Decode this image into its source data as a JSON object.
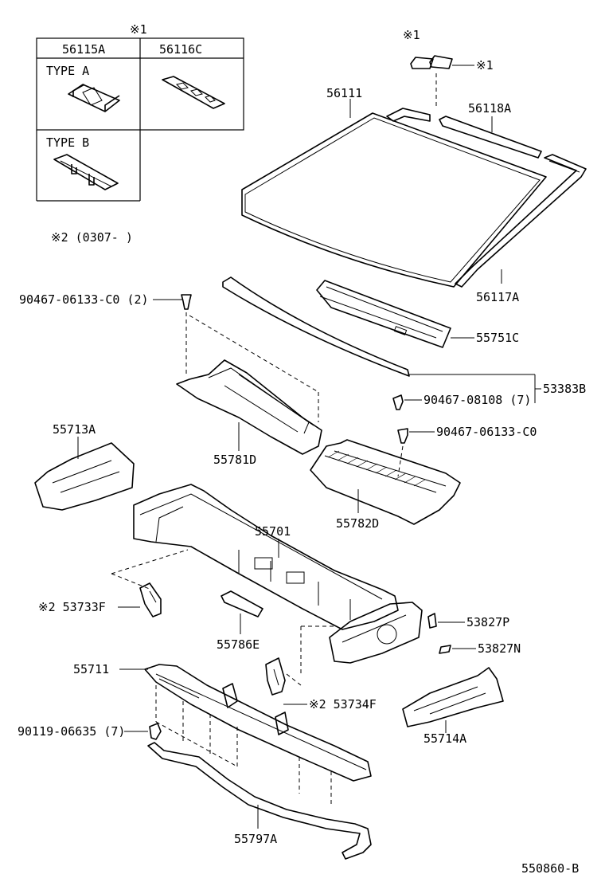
{
  "inset": {
    "note_mark": "※1",
    "col1": "56115A",
    "col2": "56116C",
    "type_a": "TYPE  A",
    "type_b": "TYPE  B"
  },
  "note2": "※2 (0307-      )",
  "parts": {
    "p56111": "56111",
    "p56118A": "56118A",
    "p56117A": "56117A",
    "clip_mark_top": "※1",
    "clip_mark_right": "※1",
    "p90467_06133_C0_2": "90467-06133-C0 (2)",
    "p55751C": "55751C",
    "p90467_08108_7": "90467-08108 (7)",
    "p53383B": "53383B",
    "p90467_06133_C0": "90467-06133-C0",
    "p55713A": "55713A",
    "p55781D": "55781D",
    "p55782D": "55782D",
    "p55701": "55701",
    "p53733F": "※2  53733F",
    "p55786E": "55786E",
    "p53827P": "53827P",
    "p53827N": "53827N",
    "p55711": "55711",
    "p53734F": "※2  53734F",
    "p90119_06635_7": "90119-06635 (7)",
    "p55714A": "55714A",
    "p55797A": "55797A"
  },
  "diagram_id": "550860-B"
}
